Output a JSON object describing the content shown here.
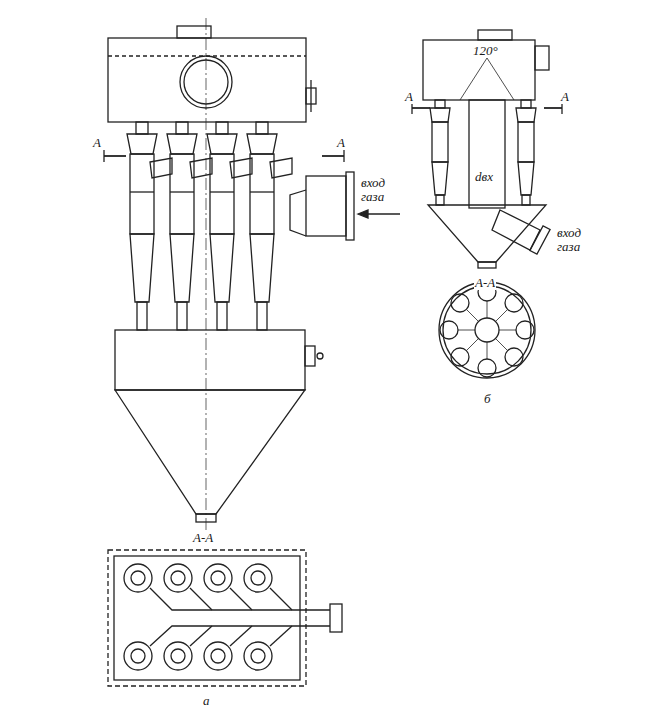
{
  "diagram": {
    "labels": [
      "А",
      "А",
      "вход газа",
      "А-А",
      "а",
      "А",
      "А",
      "120°",
      "dвх",
      "вход газа",
      "А-А",
      "б"
    ]
  }
}
